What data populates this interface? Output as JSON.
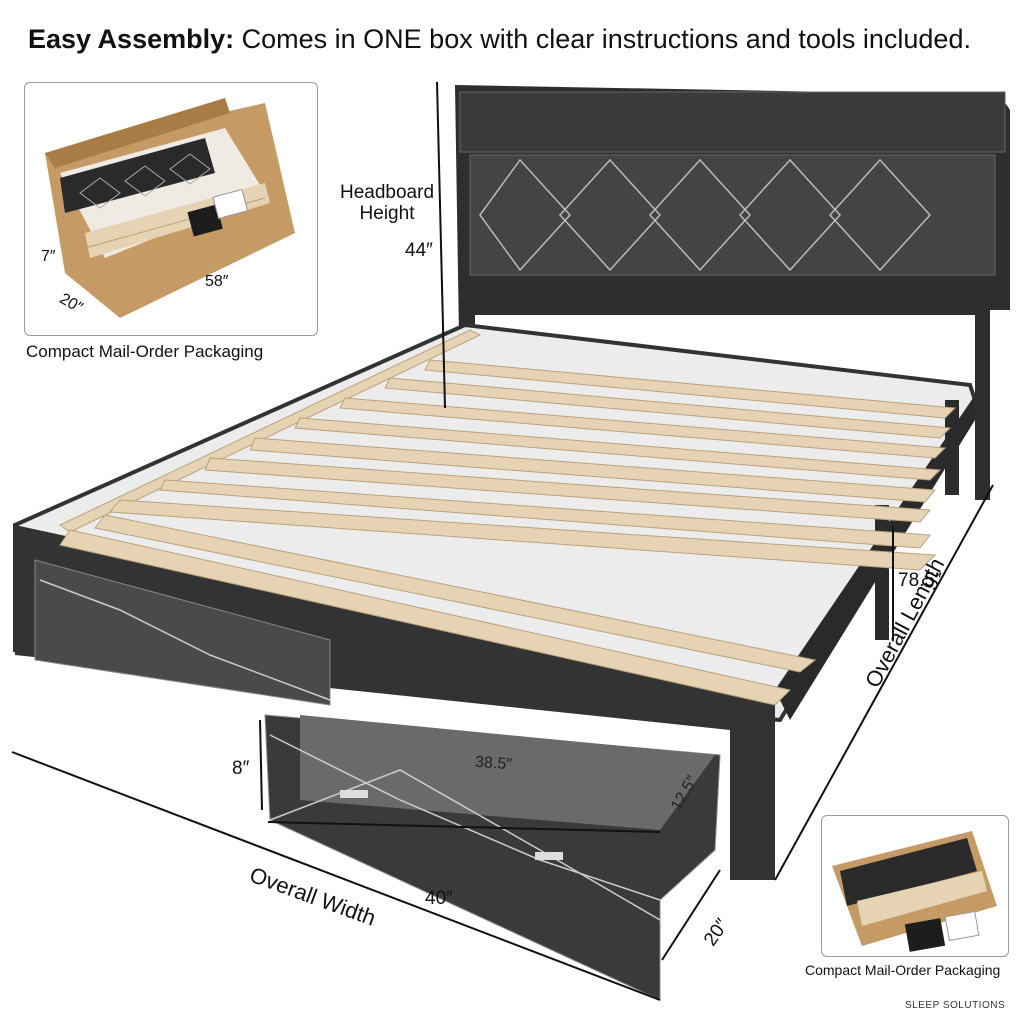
{
  "headline": {
    "bold": "Easy Assembly:",
    "rest": " Comes in ONE box with clear instructions and tools included."
  },
  "inset_left": {
    "caption": "Compact Mail-Order Packaging",
    "dims": {
      "height": "7″",
      "depth": "20″",
      "length": "58″"
    }
  },
  "inset_right": {
    "caption": "Compact Mail-Order Packaging"
  },
  "dimensions": {
    "headboard_label_line1": "Headboard",
    "headboard_label_line2": "Height",
    "headboard_height": "44″",
    "side_height": "78.5″",
    "overall_length_label": "Overall Length",
    "drawer_height": "8″",
    "drawer_inner_width": "38.5″",
    "drawer_inner_depth": "12.5″",
    "drawer_width": "40″",
    "drawer_depth": "20″",
    "overall_width_label": "Overall Width"
  },
  "brand": "SLEEP SOLUTIONS",
  "colors": {
    "frame": "#2b2b2b",
    "slat": "#e6d3b3",
    "box": "#c59a64",
    "panel": "#3a3a3a"
  }
}
